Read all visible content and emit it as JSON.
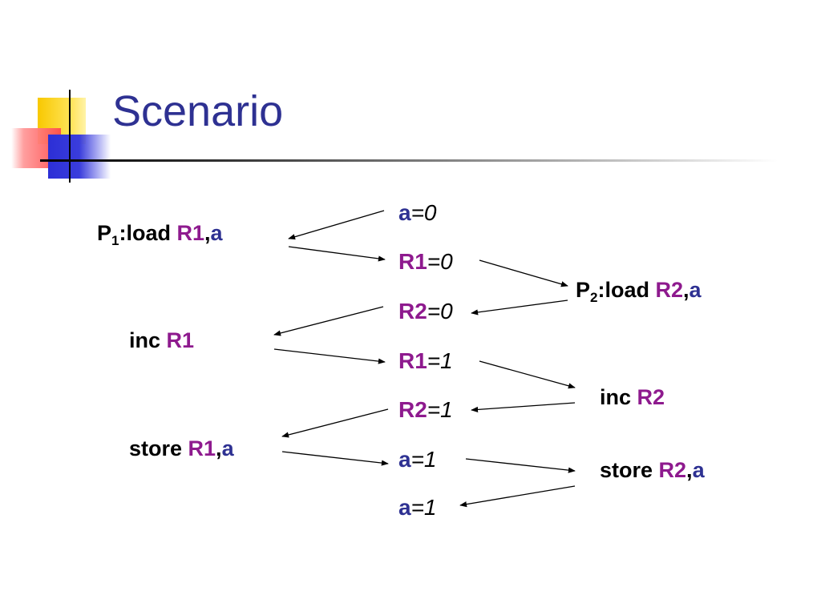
{
  "slide": {
    "title": "Scenario"
  },
  "p1": {
    "load": {
      "proc": "P",
      "sub": "1",
      "op": ":load ",
      "reg": "R1",
      "comma": ",",
      "var": "a"
    },
    "inc": {
      "op": "inc ",
      "reg": "R1"
    },
    "store": {
      "op": "store ",
      "reg": "R1",
      "comma": ",",
      "var": "a"
    }
  },
  "p2": {
    "load": {
      "proc": "P",
      "sub": "2",
      "op": ":load ",
      "reg": "R2",
      "comma": ",",
      "var": "a"
    },
    "inc": {
      "op": "inc ",
      "reg": "R2"
    },
    "store": {
      "op": "store ",
      "reg": "R2",
      "comma": ",",
      "var": "a"
    }
  },
  "memory": [
    {
      "name": "a",
      "eq": "=0"
    },
    {
      "name": "R1",
      "eq": "=0"
    },
    {
      "name": "R2",
      "eq": "=0"
    },
    {
      "name": "R1",
      "eq": "=1"
    },
    {
      "name": "R2",
      "eq": "=1"
    },
    {
      "name": "a",
      "eq": "=1"
    },
    {
      "name": "a",
      "eq": "=1"
    }
  ],
  "colors": {
    "title": "#2e3192",
    "register": "#8e1a8e",
    "variable": "#2e3192",
    "text": "#000000"
  }
}
